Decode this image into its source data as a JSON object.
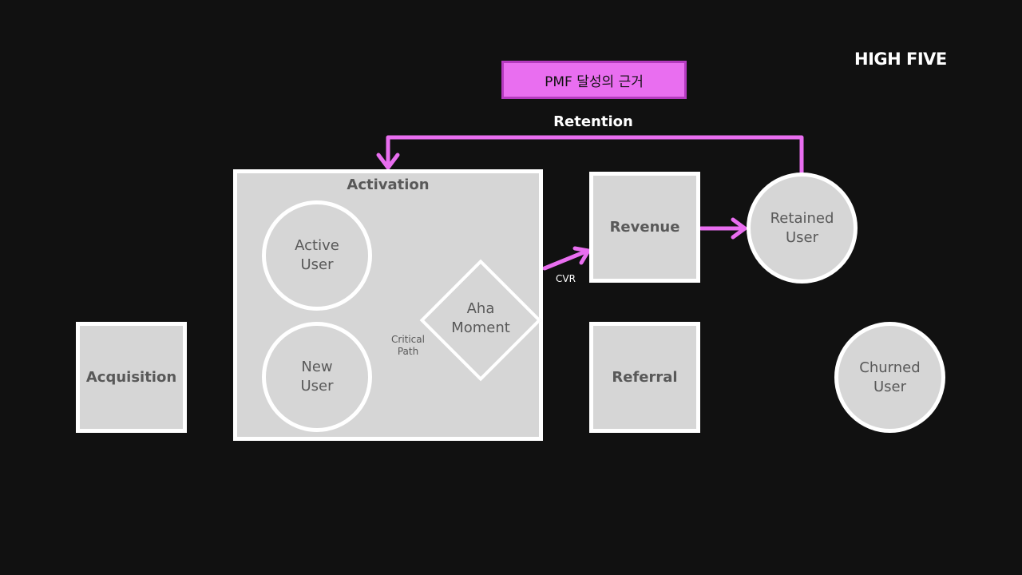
{
  "brand": "HIGH FIVE",
  "title": "PMF 달성의 근거",
  "labels": {
    "retention": "Retention",
    "activation": "Activation",
    "acquisition": "Acquisition",
    "revenue": "Revenue",
    "referral": "Referral",
    "active_user": "Active\nUser",
    "new_user": "New\nUser",
    "aha_moment": "Aha\nMoment",
    "critical_path": "Critical\nPath",
    "cvr": "CVR",
    "retained_user": "Retained\nUser",
    "churned_user": "Churned\nUser"
  },
  "colors": {
    "background": "#111111",
    "accent": "#e96ef0",
    "node_fill": "#d6d6d6",
    "node_border": "#ffffff",
    "node_text": "#595959"
  }
}
